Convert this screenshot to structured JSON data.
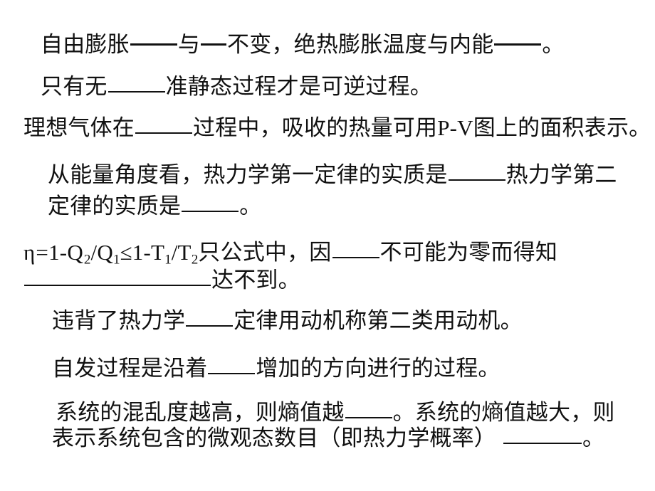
{
  "document": {
    "kind": "fill-in-the-blank-worksheet-slide",
    "subject": "thermodynamics",
    "background_color": "#ffffff",
    "text_color": "#111111"
  },
  "lines": {
    "l1": {
      "part1": "自由膨胀",
      "dash1": "——",
      "part2": "与",
      "dash2": "——",
      "part3": "不变，绝热膨胀温度与内能",
      "dash3": "——",
      "part4": "。"
    },
    "l2": {
      "part1": "只有无",
      "blank1": "______",
      "part2": "准静态过程才是可逆过程。"
    },
    "l3": {
      "part1": "理想气体在",
      "blank1": "______",
      "part2": "过程中，吸收的热量可用P-V图上的面积表示。"
    },
    "l4": {
      "part1": "从能量角度看，热力学第一定律的实质是",
      "blank1": "______",
      "part2": "热力学第二"
    },
    "l5": {
      "part1": "定律的实质是",
      "blank1": "______",
      "part2": "。"
    },
    "l6": {
      "eta": "η",
      "eq": "=1-Q",
      "sub_q2": "2",
      "slash1": "/Q",
      "sub_q1": "1",
      "le": "≤1-T",
      "sub_t1": "1",
      "slash2": "/T",
      "sub_t2": "2",
      "part_after": "只公式中，因",
      "blank1": "____",
      "part_tail": "不可能为零而得知"
    },
    "l7": {
      "blank_long": "__________________",
      "part1": "达不到。"
    },
    "l8": {
      "part1": "违背了热力学",
      "blank1": "_____",
      "part2": "定律用动机称第二类用动机。"
    },
    "l9": {
      "part1": "自发过程是沿着",
      "blank1": "_____",
      "part2": "增加的方向进行的过程。"
    },
    "l10": {
      "part1": "系统的混乱度越高，则熵值越",
      "blank1": "_____",
      "part2": "。系统的熵值越大，则"
    },
    "l11": {
      "part1": "表示系统包含的微观态数目（即热力学概率）",
      "blank1": "________",
      "part2": "。"
    }
  }
}
